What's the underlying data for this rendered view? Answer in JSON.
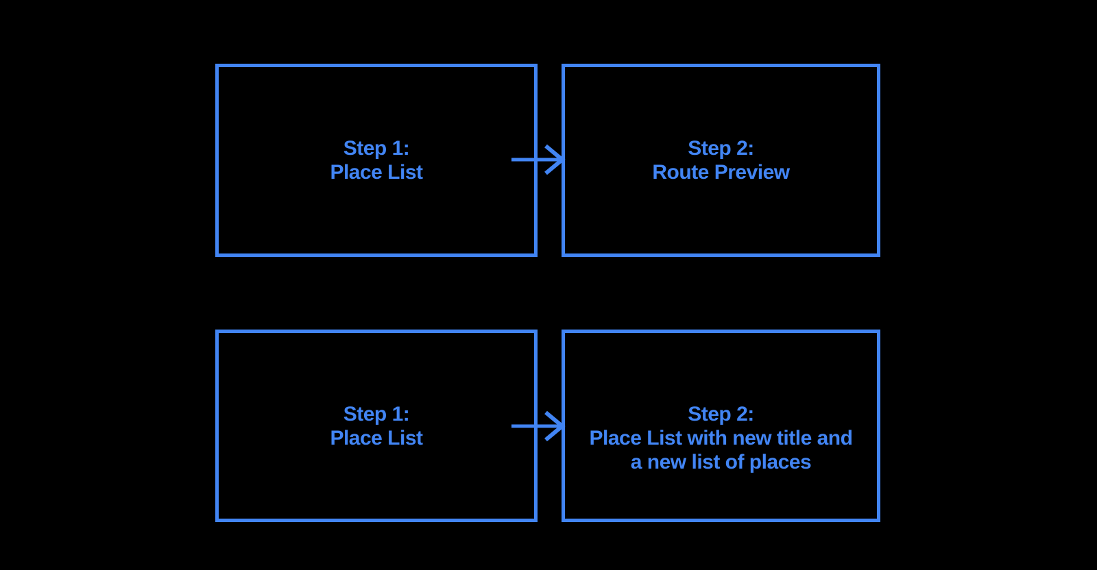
{
  "canvas": {
    "background": "#000000",
    "accent": "#4285F4"
  },
  "flowchart": {
    "rows": [
      {
        "from": {
          "lines": [
            "Step 1:",
            "Place List"
          ]
        },
        "arrow": "right-arrow",
        "to": {
          "lines": [
            "Step 2:",
            "Route Preview"
          ]
        }
      },
      {
        "from": {
          "lines": [
            "Step 1:",
            "Place List"
          ]
        },
        "arrow": "right-arrow",
        "to": {
          "lines": [
            "Step 2:",
            "Place List with new title and",
            "a new list of places"
          ]
        }
      }
    ]
  }
}
